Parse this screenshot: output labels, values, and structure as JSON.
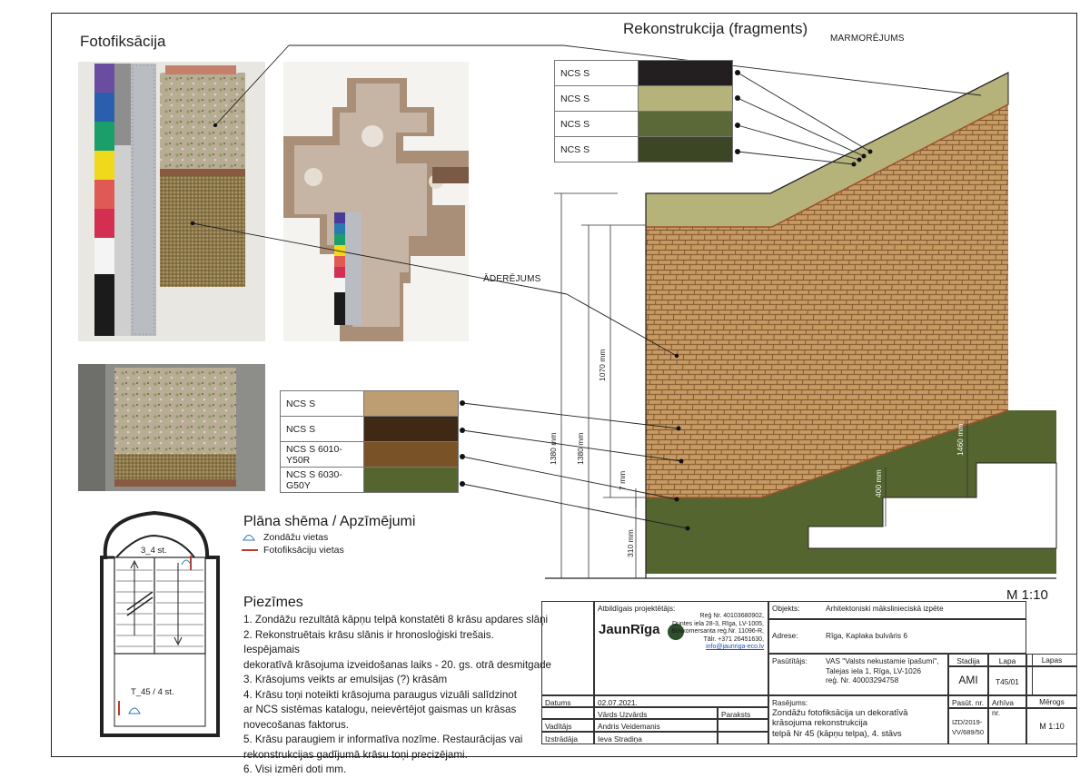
{
  "titles": {
    "photo_section": "Fotofiksācija",
    "reconstruction": "Rekonstrukcija (fragments)",
    "plan": "Plāna shēma / Apzīmējumi",
    "notes": "Piezīmes",
    "scale": "M 1:10"
  },
  "callouts": {
    "marmorejums": "MARMORĒJUMS",
    "aderejums": "ĀDERĒJUMS"
  },
  "legend": {
    "probe": "Zondāžu vietas",
    "photo": "Fotofiksāciju vietas"
  },
  "plan_labels": {
    "upper": "3_4 st.",
    "lower": "T_45 / 4 st."
  },
  "top_swatches": [
    {
      "label": "NCS S",
      "color": "#231f20"
    },
    {
      "label": "NCS S",
      "color": "#b5b27a"
    },
    {
      "label": "NCS S",
      "color": "#5b6838"
    },
    {
      "label": "NCS S",
      "color": "#3c4524"
    }
  ],
  "bottom_swatches": [
    {
      "label": "NCS S",
      "color": "#bd9e73"
    },
    {
      "label": "NCS S",
      "color": "#3f2914"
    },
    {
      "label": "NCS S 6010-Y50R",
      "color": "#7a5228"
    },
    {
      "label": "NCS S 6030-G50Y",
      "color": "#55652f"
    }
  ],
  "dimensions": {
    "d1070": "1070 mm",
    "d1380a": "1380 mm",
    "d1380b": "1380 mm",
    "d7": "7 mm",
    "d310": "310 mm",
    "d400": "400 mm",
    "d1460": "1460 mm"
  },
  "notes": [
    "1. Zondāžu rezultātā kāpņu telpā konstatēti 8 krāsu apdares slāņi",
    "2. Rekonstruētais krāsu slānis ir hronosloģiski trešais. Iespējamais",
    "dekoratīvā krāsojuma izveidošanas laiks  - 20. gs. otrā desmitgade",
    "3. Krāsojums veikts ar emulsijas (?) krāsām",
    "4. Krāsu toņi noteikti krāsojuma paraugus vizuāli salīdzinot",
    "ar NCS sistēmas katalogu, neievērtējot gaismas un krāsas",
    "novecošanas faktorus.",
    "5. Krāsu paraugiem ir informatīva nozīme. Restaurācijas vai",
    "rekonstrukcijas gadījumā krāsu toņi precizējami.",
    "6. Visi izmēri doti mm."
  ],
  "title_block": {
    "designer_label": "Atbildīgais projektētājs:",
    "firm_name": "JaunRīga",
    "firm_reg": "Reģ Nr. 40103680902,",
    "firm_addr1": "Duntes iela 28-3, Rīga, LV-1005,",
    "firm_addr2": "Būvkomersanta reģ.Nr. 11096-R,",
    "firm_phone": "Tālr. +371 26451630,",
    "firm_email": "info@jaunriga-eco.lv",
    "object_label": "Objekts:",
    "object_value": "Arhitektoniski mākslinieciskā izpēte",
    "address_label": "Adrese:",
    "address_value": "Rīga, Kaplaka bulvāris 6",
    "client_label": "Pasūtītājs:",
    "client_line1": "VAS \"Valsts nekustamie īpašumi\",",
    "client_line2": "Talejas iela 1, Rīga, LV-1026",
    "client_line3": "reģ. Nr. 40003294758",
    "stadija_label": "Stadija",
    "lapa_label": "Lapa",
    "lapas_label": "Lapas",
    "stadija_value": "AMI",
    "lapa_value": "T45/01",
    "datums_label": "Datums",
    "datums_value": "02.07.2021.",
    "vards_label": "Vārds Uzvārds",
    "paraksts_label": "Paraksts",
    "vaditajs_label": "Vadītājs",
    "vaditajs_value": "Andris Veidemanis",
    "izstradaja_label": "Izstrādāja",
    "izstradaja_value": "Ieva Stradiņa",
    "rasejums_label": "Rasējums:",
    "rasejums_line1": "Zondāžu fotofiksācija un dekoratīvā",
    "rasejums_line2": "krāsojuma rekonstrukcija",
    "rasejums_line3": "telpā Nr 45 (kāpņu telpa), 4. stāvs",
    "pasut_label": "Pasūt. nr.",
    "arhiva_label": "Arhīva nr.",
    "merogs_label": "Mērogs",
    "pasut_value1": "IZD/2019-",
    "pasut_value2": "VV/689/50",
    "merogs_value": "M 1:10"
  },
  "colors": {
    "brick": "#c79a63",
    "brick_line": "#7a5228",
    "green_base": "#55652f",
    "band_top": "#b5b27a",
    "divider_red": "#c0392b"
  }
}
